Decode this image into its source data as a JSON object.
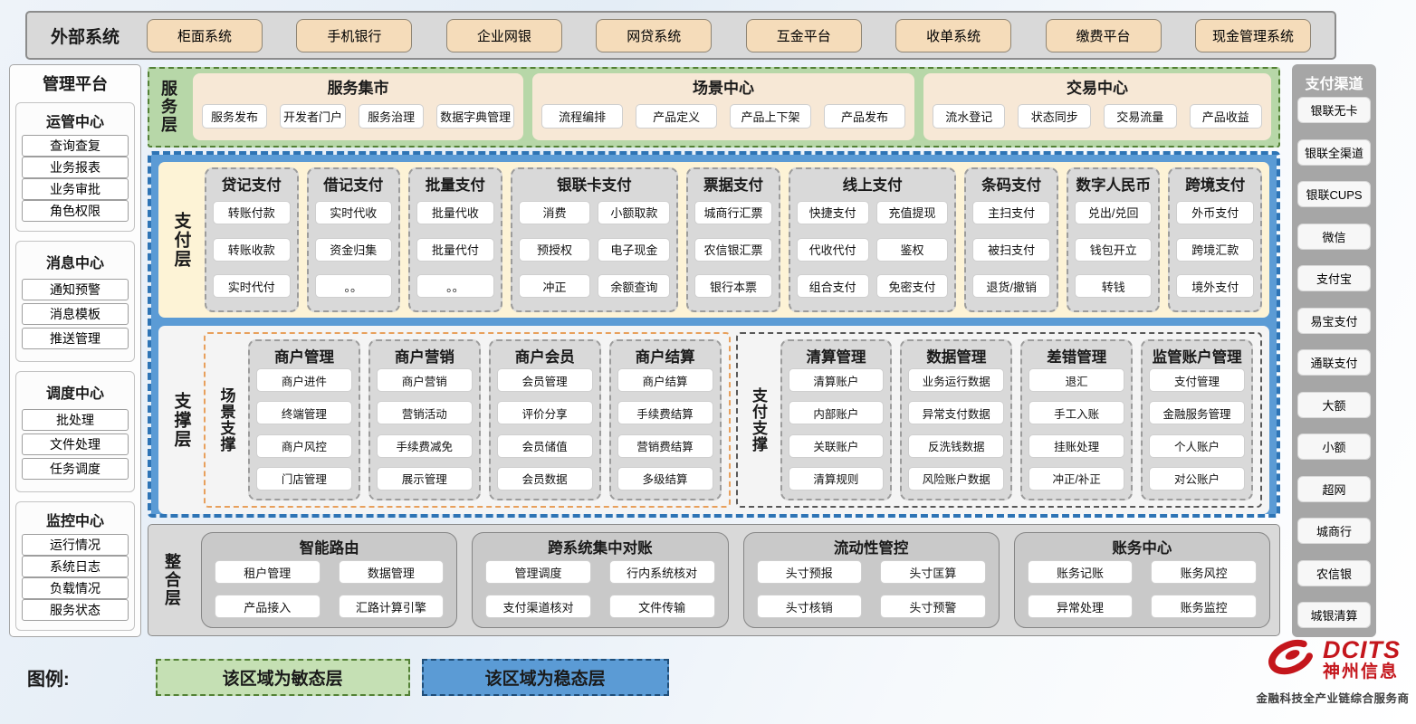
{
  "external_systems": {
    "label": "外部系统",
    "systems": [
      "柜面系统",
      "手机银行",
      "企业网银",
      "网贷系统",
      "互金平台",
      "收单系统",
      "缴费平台",
      "现金管理系统"
    ]
  },
  "management_platform": {
    "title": "管理平台",
    "groups": [
      {
        "title": "运管中心",
        "items": [
          "查询查复",
          "业务报表",
          "业务审批",
          "角色权限"
        ]
      },
      {
        "title": "消息中心",
        "items": [
          "通知预警",
          "消息模板",
          "推送管理"
        ]
      },
      {
        "title": "调度中心",
        "items": [
          "批处理",
          "文件处理",
          "任务调度"
        ]
      },
      {
        "title": "监控中心",
        "items": [
          "运行情况",
          "系统日志",
          "负载情况",
          "服务状态"
        ]
      }
    ]
  },
  "service_layer": {
    "label": "服务层",
    "panels": [
      {
        "title": "服务集市",
        "items": [
          "服务发布",
          "开发者门户",
          "服务治理",
          "数据字典管理"
        ]
      },
      {
        "title": "场景中心",
        "items": [
          "流程编排",
          "产品定义",
          "产品上下架",
          "产品发布"
        ]
      },
      {
        "title": "交易中心",
        "items": [
          "流水登记",
          "状态同步",
          "交易流量",
          "产品收益"
        ]
      }
    ]
  },
  "payment_layer": {
    "label": "支付层",
    "modules": [
      {
        "title": "贷记支付",
        "cols": 1,
        "items": [
          "转账付款",
          "转账收款",
          "实时代付"
        ]
      },
      {
        "title": "借记支付",
        "cols": 1,
        "items": [
          "实时代收",
          "资金归集",
          "。。"
        ]
      },
      {
        "title": "批量支付",
        "cols": 1,
        "items": [
          "批量代收",
          "批量代付",
          "。。"
        ]
      },
      {
        "title": "银联卡支付",
        "cols": 2,
        "items": [
          "消费",
          "小额取款",
          "预授权",
          "电子现金",
          "冲正",
          "余额查询"
        ]
      },
      {
        "title": "票据支付",
        "cols": 1,
        "items": [
          "城商行汇票",
          "农信银汇票",
          "银行本票"
        ]
      },
      {
        "title": "线上支付",
        "cols": 2,
        "items": [
          "快捷支付",
          "充值提现",
          "代收代付",
          "鉴权",
          "组合支付",
          "免密支付"
        ]
      },
      {
        "title": "条码支付",
        "cols": 1,
        "items": [
          "主扫支付",
          "被扫支付",
          "退货/撤销"
        ]
      },
      {
        "title": "数字人民币",
        "cols": 1,
        "items": [
          "兑出/兑回",
          "钱包开立",
          "转钱"
        ]
      },
      {
        "title": "跨境支付",
        "cols": 1,
        "items": [
          "外币支付",
          "跨境汇款",
          "境外支付"
        ]
      }
    ]
  },
  "support_layer": {
    "label": "支撑层",
    "sections": [
      {
        "label": "场景支撑",
        "style": "orange",
        "modules": [
          {
            "title": "商户管理",
            "items": [
              "商户进件",
              "终端管理",
              "商户风控",
              "门店管理"
            ]
          },
          {
            "title": "商户营销",
            "items": [
              "商户营销",
              "营销活动",
              "手续费减免",
              "展示管理"
            ]
          },
          {
            "title": "商户会员",
            "items": [
              "会员管理",
              "评价分享",
              "会员储值",
              "会员数据"
            ]
          },
          {
            "title": "商户结算",
            "items": [
              "商户结算",
              "手续费结算",
              "营销费结算",
              "多级结算"
            ]
          }
        ]
      },
      {
        "label": "支付支撑",
        "style": "dark",
        "modules": [
          {
            "title": "清算管理",
            "items": [
              "清算账户",
              "内部账户",
              "关联账户",
              "清算规则"
            ]
          },
          {
            "title": "数据管理",
            "items": [
              "业务运行数据",
              "异常支付数据",
              "反洗钱数据",
              "风险账户数据"
            ]
          },
          {
            "title": "差错管理",
            "items": [
              "退汇",
              "手工入账",
              "挂账处理",
              "冲正/补正"
            ]
          },
          {
            "title": "监管账户管理",
            "items": [
              "支付管理",
              "金融服务管理",
              "个人账户",
              "对公账户"
            ]
          }
        ]
      }
    ]
  },
  "integration_layer": {
    "label": "整合层",
    "panels": [
      {
        "title": "智能路由",
        "items": [
          "租户管理",
          "数据管理",
          "产品接入",
          "汇路计算引擎"
        ]
      },
      {
        "title": "跨系统集中对账",
        "items": [
          "管理调度",
          "行内系统核对",
          "支付渠道核对",
          "文件传输"
        ]
      },
      {
        "title": "流动性管控",
        "items": [
          "头寸预报",
          "头寸匡算",
          "头寸核销",
          "头寸预警"
        ]
      },
      {
        "title": "账务中心",
        "items": [
          "账务记账",
          "账务风控",
          "异常处理",
          "账务监控"
        ]
      }
    ]
  },
  "payment_channels": {
    "title": "支付渠道",
    "items": [
      "银联无卡",
      "银联全渠道",
      "银联CUPS",
      "微信",
      "支付宝",
      "易宝支付",
      "通联支付",
      "大额",
      "小额",
      "超网",
      "城商行",
      "农信银",
      "城银清算"
    ]
  },
  "legend": {
    "label": "图例:",
    "items": [
      {
        "text": "该区域为敏态层",
        "type": "agile"
      },
      {
        "text": "该区域为稳态层",
        "type": "stable"
      }
    ]
  },
  "logo": {
    "brand": "DCITS",
    "company": "神州信息",
    "tagline": "金融科技全产业链综合服务商"
  },
  "colors": {
    "agile_green": "#b7d7a8",
    "agile_border": "#538135",
    "stable_blue": "#5b9bd5",
    "stable_border": "#2e74b5",
    "service_panel_cream": "#f7e8d6",
    "payment_cream": "#fdf3d6",
    "module_gray": "#d9d9d9",
    "external_tan": "#f5dcba",
    "channel_rail_gray": "#a6a6a6",
    "scene_support_border": "#e8a05c",
    "brand_red": "#c4161c"
  }
}
